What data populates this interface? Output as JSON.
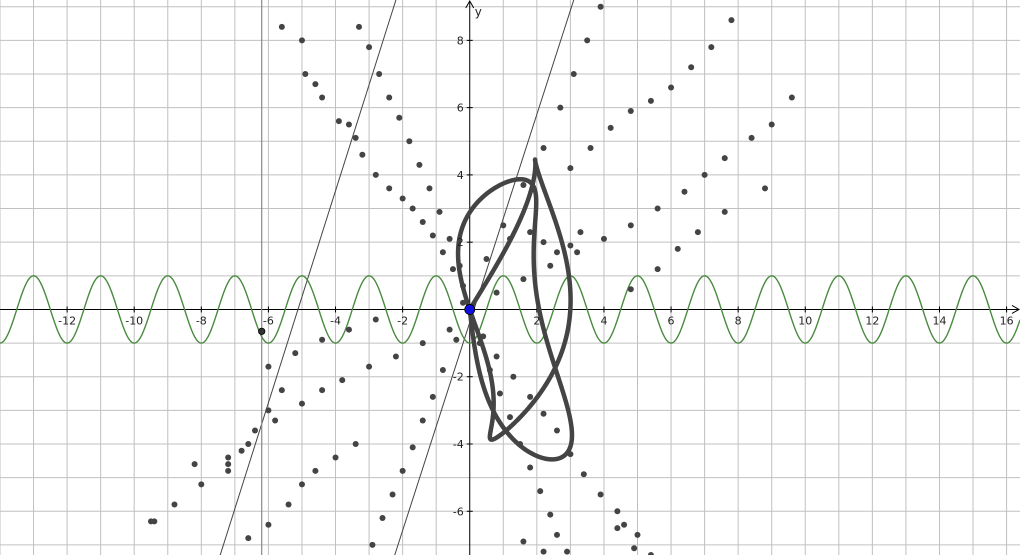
{
  "chart_data": {
    "type": "scatter",
    "title": "",
    "xlabel": "",
    "ylabel": "y",
    "xlim": [
      -14,
      16.4
    ],
    "ylim": [
      -7.3,
      9.2
    ],
    "grid": true,
    "x_ticks": [
      -12,
      -10,
      -8,
      -6,
      -4,
      -2,
      2,
      4,
      6,
      8,
      10,
      12,
      14,
      16
    ],
    "x_tick_labels": [
      "-12",
      "-10",
      "-8",
      "-6",
      "-4",
      "-2",
      "2",
      "4",
      "6",
      "8",
      "10",
      "12",
      "14",
      "16"
    ],
    "y_ticks": [
      -6,
      -4,
      -2,
      2,
      4,
      6,
      8
    ],
    "y_tick_labels": [
      "-6",
      "-4",
      "-2",
      "2",
      "4",
      "6",
      "8"
    ],
    "colors": {
      "grid": "#c0c0c0",
      "axis": "#000000",
      "sine": "#4a8a40",
      "points": "#444444",
      "line": "#444444",
      "origin_point": "#1010e0",
      "vertical_line": "#888888"
    },
    "sine_curve": {
      "amplitude": 1,
      "period": 2,
      "phase_x": 0.5
    },
    "lines": [
      {
        "p1": [
          -7.5,
          -7.5
        ],
        "p2": [
          -2.2,
          9.2
        ]
      },
      {
        "p1": [
          -2.3,
          -7.5
        ],
        "p2": [
          3.1,
          9.2
        ]
      }
    ],
    "vertical_lines": [
      {
        "x": -6.2
      }
    ],
    "point_markers": [
      {
        "x": 0,
        "y": 0,
        "label": "",
        "color": "#1010e0"
      },
      {
        "x": -6.2,
        "y": -0.65,
        "label": "",
        "color": "#333333"
      }
    ],
    "parametric_curve": {
      "x_amp": 3.5,
      "x_freq": 1,
      "x_mod_amp": 1.2,
      "x_mod_freq": 5,
      "y_amp": 4.6,
      "y_freq": 2,
      "y_mod_amp": 1.4,
      "y_mod_freq": 3,
      "samples": 1400
    },
    "scatter_series": [
      {
        "name": "",
        "points": [
          [
            -5.6,
            8.4
          ],
          [
            -5.0,
            8.0
          ],
          [
            -4.9,
            7.0
          ],
          [
            -4.6,
            6.7
          ],
          [
            -4.4,
            6.3
          ],
          [
            -3.9,
            5.6
          ],
          [
            -3.6,
            5.5
          ],
          [
            -3.4,
            5.1
          ],
          [
            -3.2,
            4.6
          ],
          [
            -2.8,
            4.0
          ],
          [
            -2.4,
            3.6
          ],
          [
            -2.0,
            3.3
          ],
          [
            -1.7,
            3.0
          ],
          [
            -1.4,
            2.6
          ],
          [
            -1.1,
            2.2
          ],
          [
            -0.8,
            1.7
          ],
          [
            -0.5,
            1.2
          ],
          [
            -0.2,
            0.7
          ],
          [
            -3.3,
            8.4
          ],
          [
            -3.0,
            7.8
          ],
          [
            -2.7,
            7.0
          ],
          [
            -2.4,
            6.3
          ],
          [
            -2.1,
            5.7
          ],
          [
            -1.8,
            5.0
          ],
          [
            -1.5,
            4.3
          ],
          [
            -1.2,
            3.6
          ],
          [
            -0.9,
            2.9
          ],
          [
            -0.6,
            2.1
          ],
          [
            -0.3,
            1.3
          ],
          [
            0.3,
            -1.0
          ],
          [
            0.6,
            -1.8
          ],
          [
            0.9,
            -2.5
          ],
          [
            1.2,
            -3.2
          ],
          [
            1.5,
            -4.0
          ],
          [
            1.8,
            -4.7
          ],
          [
            2.1,
            -5.4
          ],
          [
            2.4,
            -6.1
          ],
          [
            2.6,
            -6.7
          ],
          [
            2.9,
            -7.2
          ],
          [
            0.4,
            -0.8
          ],
          [
            0.8,
            -1.4
          ],
          [
            1.3,
            -2.0
          ],
          [
            1.8,
            -2.6
          ],
          [
            2.2,
            -3.1
          ],
          [
            2.6,
            -3.6
          ],
          [
            3.0,
            -4.3
          ],
          [
            3.4,
            -4.9
          ],
          [
            3.9,
            -5.5
          ],
          [
            4.4,
            -6.0
          ],
          [
            4.6,
            -6.4
          ],
          [
            5.0,
            -6.7
          ],
          [
            -0.4,
            -0.9
          ],
          [
            -0.8,
            -1.8
          ],
          [
            -1.1,
            -2.6
          ],
          [
            -1.4,
            -3.3
          ],
          [
            -1.7,
            -4.1
          ],
          [
            -2.0,
            -4.8
          ],
          [
            -2.3,
            -5.5
          ],
          [
            -2.6,
            -6.2
          ],
          [
            -2.9,
            -7.0
          ],
          [
            -0.6,
            -0.6
          ],
          [
            -1.4,
            -1.0
          ],
          [
            -2.2,
            -1.4
          ],
          [
            -3.0,
            -1.7
          ],
          [
            -3.8,
            -2.1
          ],
          [
            -4.4,
            -2.4
          ],
          [
            -5.0,
            -2.8
          ],
          [
            -5.8,
            -3.3
          ],
          [
            -6.6,
            -4.0
          ],
          [
            -7.2,
            -4.6
          ],
          [
            -8.0,
            -5.2
          ],
          [
            -8.8,
            -5.8
          ],
          [
            -9.4,
            -6.3
          ],
          [
            0.8,
            0.5
          ],
          [
            1.6,
            0.9
          ],
          [
            2.4,
            1.3
          ],
          [
            3.2,
            1.7
          ],
          [
            4.0,
            2.1
          ],
          [
            4.8,
            2.5
          ],
          [
            5.6,
            3.0
          ],
          [
            6.4,
            3.5
          ],
          [
            7.0,
            4.0
          ],
          [
            7.6,
            4.5
          ],
          [
            8.4,
            5.1
          ],
          [
            9.0,
            5.5
          ],
          [
            9.6,
            6.3
          ],
          [
            1.0,
            2.5
          ],
          [
            1.6,
            3.7
          ],
          [
            2.2,
            4.8
          ],
          [
            2.7,
            6.0
          ],
          [
            3.1,
            7.0
          ],
          [
            3.5,
            8.0
          ],
          [
            3.9,
            9.0
          ],
          [
            3.0,
            4.2
          ],
          [
            3.6,
            4.8
          ],
          [
            4.2,
            5.4
          ],
          [
            4.8,
            5.9
          ],
          [
            5.4,
            6.2
          ],
          [
            6.0,
            6.6
          ],
          [
            6.6,
            7.2
          ],
          [
            7.2,
            7.8
          ],
          [
            7.8,
            8.6
          ],
          [
            -0.2,
            0.2
          ],
          [
            0.5,
            1.5
          ],
          [
            1.2,
            2.1
          ],
          [
            1.8,
            2.3
          ],
          [
            2.2,
            2.0
          ],
          [
            2.6,
            1.7
          ],
          [
            3.0,
            1.9
          ],
          [
            3.3,
            2.3
          ],
          [
            4.8,
            0.6
          ],
          [
            5.6,
            1.2
          ],
          [
            6.2,
            1.8
          ],
          [
            6.8,
            2.3
          ],
          [
            7.6,
            2.9
          ],
          [
            8.8,
            3.6
          ],
          [
            -6.0,
            -1.7
          ],
          [
            -5.2,
            -1.3
          ],
          [
            -4.4,
            -0.9
          ],
          [
            -3.6,
            -0.6
          ],
          [
            -2.8,
            -0.3
          ],
          [
            -7.2,
            -4.8
          ],
          [
            -6.8,
            -4.2
          ],
          [
            -6.4,
            -3.6
          ],
          [
            -6.0,
            -3.0
          ],
          [
            -5.6,
            -2.4
          ],
          [
            -9.5,
            -6.3
          ],
          [
            -8.2,
            -4.6
          ],
          [
            -7.2,
            -4.4
          ],
          [
            -6.6,
            -6.8
          ],
          [
            -6.0,
            -6.4
          ],
          [
            -5.4,
            -5.8
          ],
          [
            -5.0,
            -5.2
          ],
          [
            -4.6,
            -4.8
          ],
          [
            -4.0,
            -4.4
          ],
          [
            -3.4,
            -4.0
          ],
          [
            1.6,
            -6.9
          ],
          [
            2.2,
            -7.2
          ],
          [
            4.4,
            -6.5
          ],
          [
            4.9,
            -7.1
          ],
          [
            5.4,
            -7.3
          ]
        ]
      }
    ]
  }
}
